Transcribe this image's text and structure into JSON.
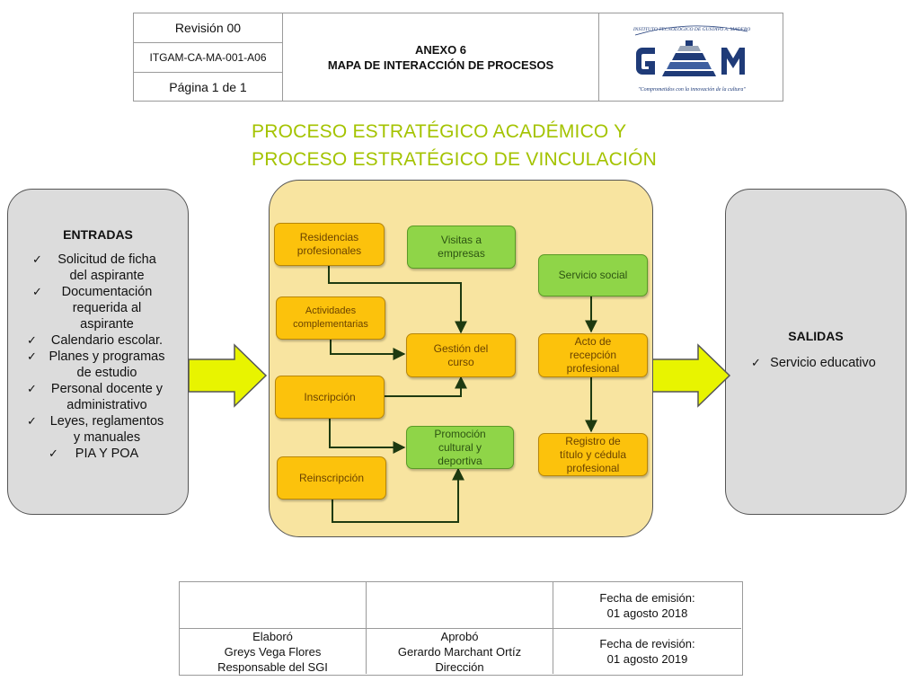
{
  "header": {
    "revision": "Revisión 00",
    "code": "ITGAM-CA-MA-001-A06",
    "page": "Página 1 de 1",
    "annex": "ANEXO 6",
    "doc_title": "MAPA DE INTERACCIÓN DE PROCESOS",
    "logo": {
      "institution": "Instituto Tecnológico de Gustavo A. Madero",
      "mark": "GAM",
      "tagline": "\"Comprometidos con la innovación de la cultura\""
    }
  },
  "titles": {
    "line1": "PROCESO ESTRATÉGICO ACADÉMICO  Y",
    "line2": "PROCESO ESTRATÉGICO DE VINCULACIÓN"
  },
  "inputs": {
    "heading": "ENTRADAS",
    "items": [
      [
        "Solicitud de ficha",
        "del aspirante"
      ],
      [
        "Documentación",
        "requerida al",
        "aspirante"
      ],
      [
        "Calendario escolar."
      ],
      [
        "Planes y programas",
        "de estudio"
      ],
      [
        "Personal docente y",
        "administrativo"
      ],
      [
        "Leyes, reglamentos",
        "y manuales"
      ],
      [
        "PIA Y POA"
      ]
    ]
  },
  "outputs": {
    "heading": "SALIDAS",
    "items": [
      [
        "Servicio educativo"
      ]
    ]
  },
  "nodes": {
    "residencias": [
      "Residencias",
      "profesionales"
    ],
    "visitas": [
      "Visitas a",
      "empresas"
    ],
    "servicio_social": [
      "Servicio social"
    ],
    "actividades": [
      "Actividades",
      "complementarias"
    ],
    "gestion": [
      "Gestión del",
      "curso"
    ],
    "acto": [
      "Acto de",
      "recepción",
      "profesional"
    ],
    "inscripcion": [
      "Inscripción"
    ],
    "promocion": [
      "Promoción",
      "cultural y",
      "deportiva"
    ],
    "registro": [
      "Registro de",
      "título y cédula",
      "profesional"
    ],
    "reinscripcion": [
      "Reinscripción"
    ]
  },
  "footer": {
    "emision_label": "Fecha de emisión:",
    "emision_date": "01 agosto 2018",
    "elaboro": [
      "Elaboró",
      "Greys Vega Flores",
      "Responsable del SGI"
    ],
    "aprobo": [
      "Aprobó",
      "Gerardo Marchant Ortíz",
      "Dirección"
    ],
    "revision_label": "Fecha de revisión:",
    "revision_date": "01 agosto 2019"
  },
  "colors": {
    "title": "#a4c300",
    "center_bg": "#f8e4a0",
    "orange_node": "#fcc20c",
    "green_node": "#8fd548",
    "side_bg": "#dcdcdc",
    "arrow_fill": "#e8f400"
  }
}
